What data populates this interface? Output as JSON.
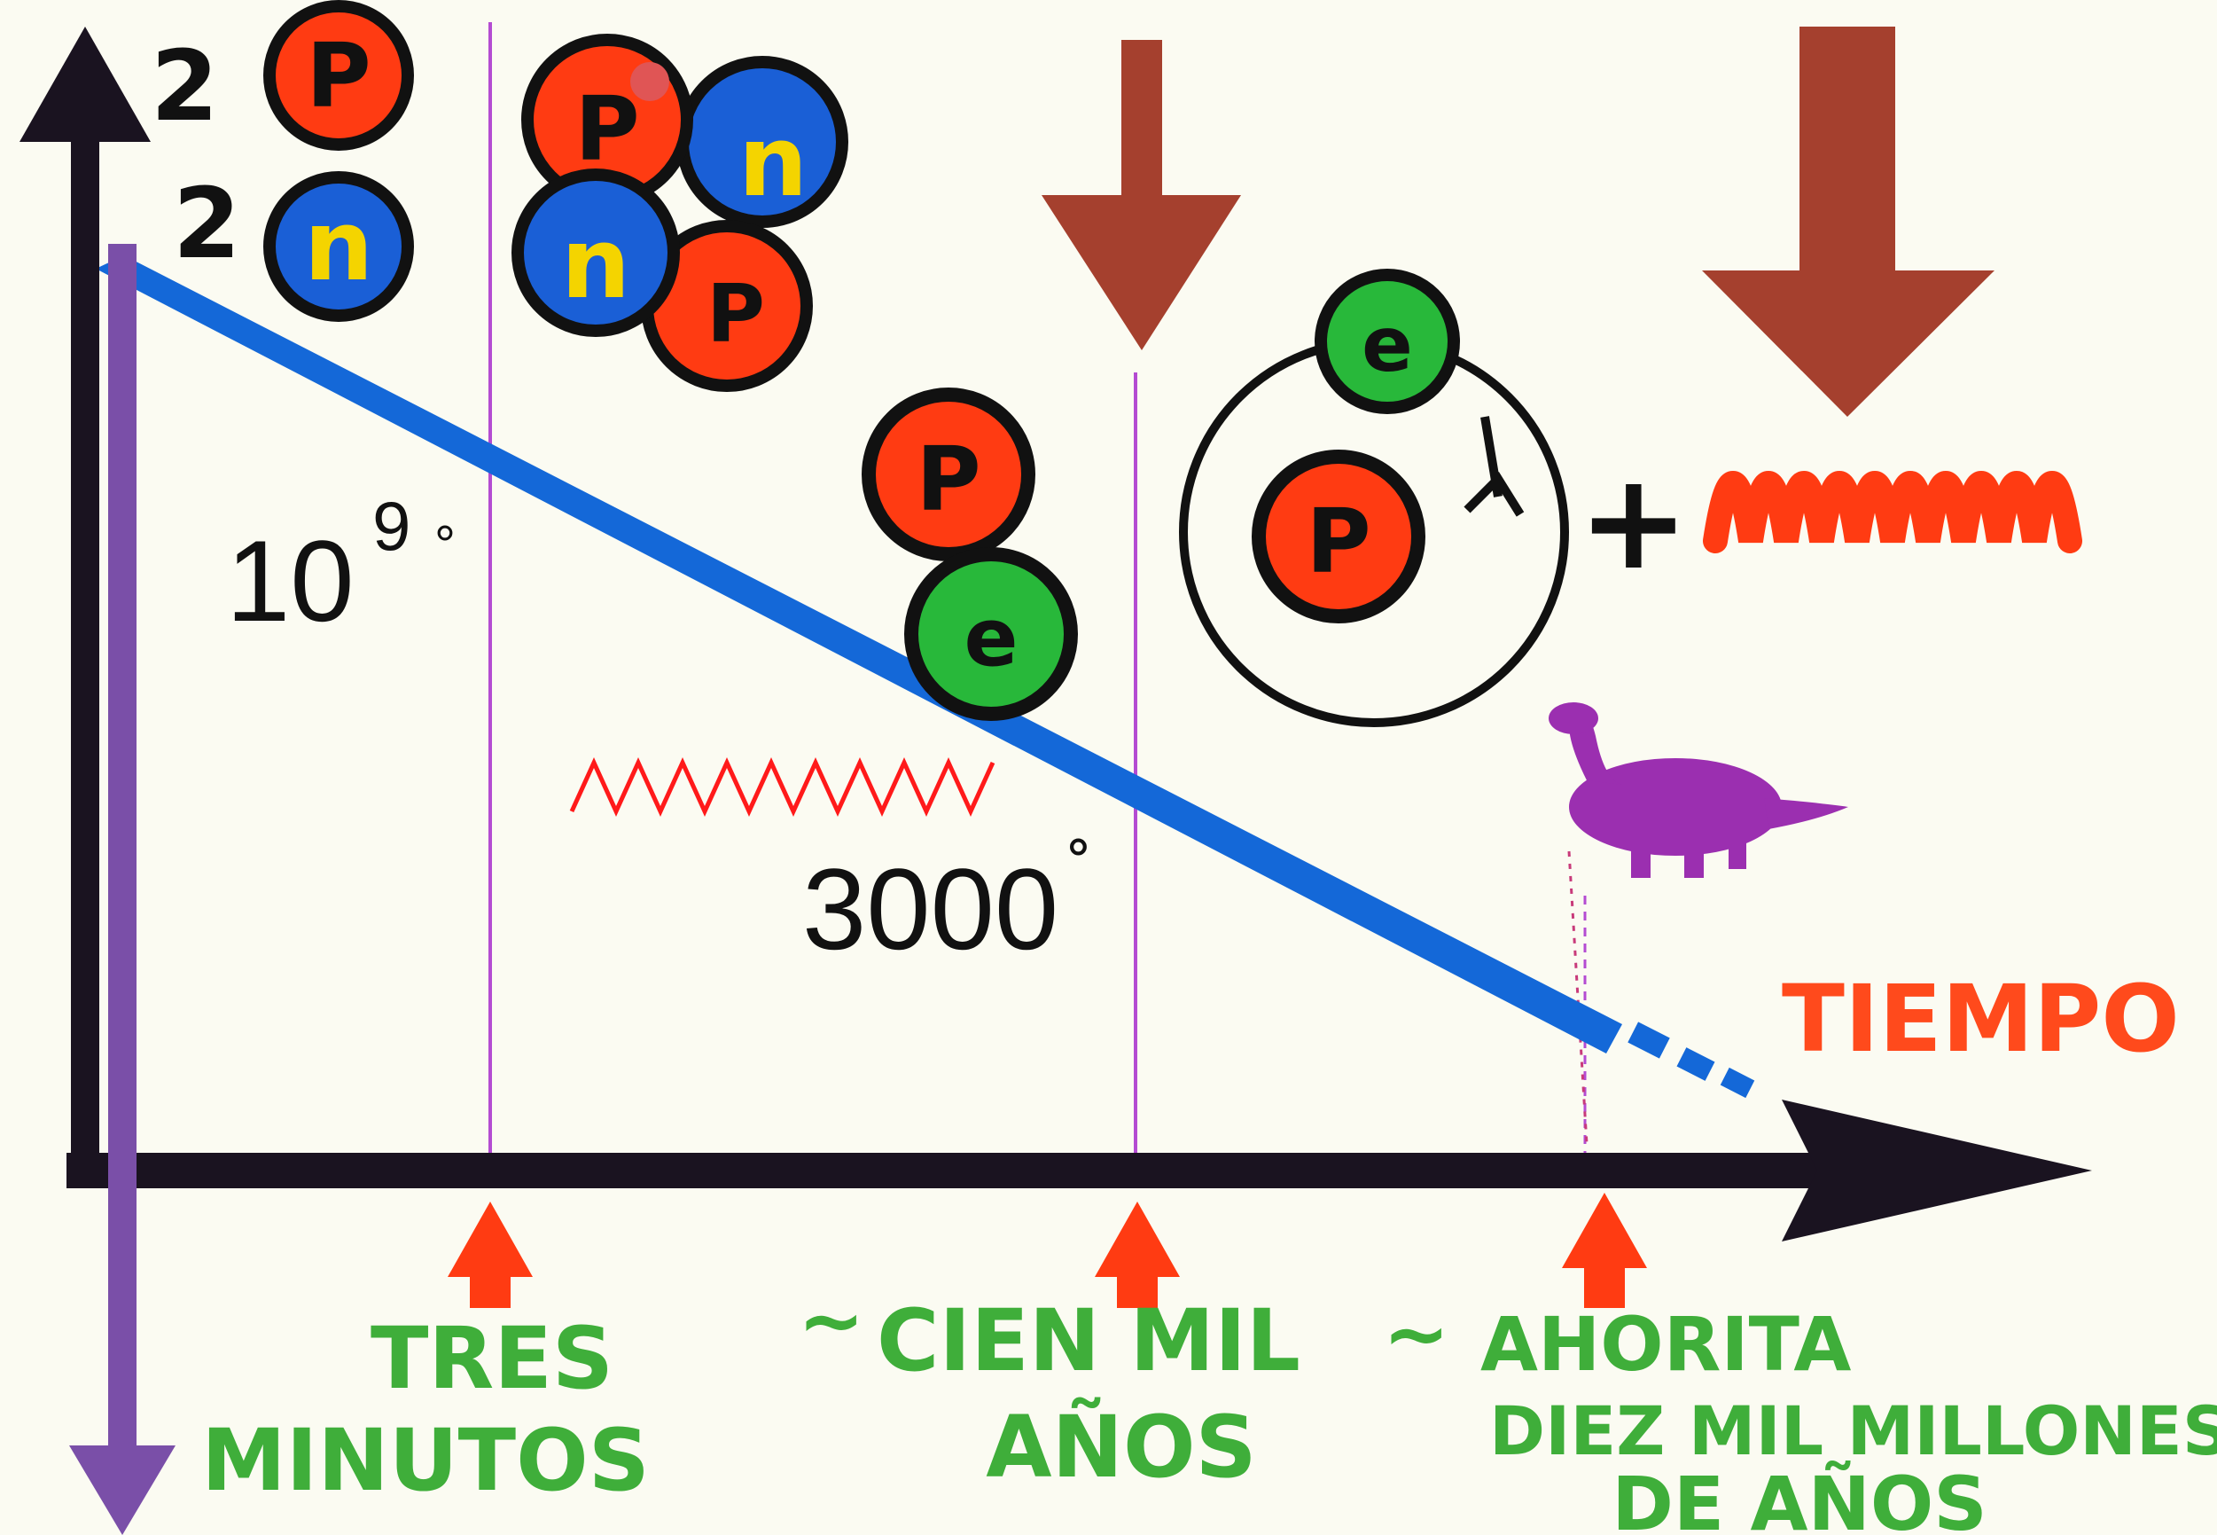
{
  "diagram": {
    "counts": {
      "protons": "2",
      "neutrons": "2"
    },
    "particle_labels": {
      "proton": "P",
      "neutron": "n",
      "electron": "e"
    },
    "temperatures": {
      "early_base": "10",
      "early_exp": "9",
      "early_unit": "°",
      "recombination": "3000",
      "recombination_unit": "˚"
    },
    "axis_label": "TIEMPO",
    "plus_sign": "+",
    "tilde": "~",
    "milestones": {
      "tres": {
        "line1": "TRES",
        "line2": "MINUTOS"
      },
      "cien": {
        "line1": "CIEN MIL",
        "line2": "AÑOS"
      },
      "ahora": {
        "line1": "AHORITA",
        "line2": "DIEZ MIL MILLONES",
        "line3": "DE AÑOS"
      }
    },
    "colors": {
      "proton": "#ff3b12",
      "neutron": "#1a5fd6",
      "electron": "#28b83a",
      "neutron_letter": "#f4d400",
      "temperature_line": "#1468d8",
      "axis": "#1a1320",
      "milestone_line": "#b44bd2",
      "arrow_brown": "#a5402e",
      "label_green": "#3fae3a",
      "label_red": "#ff4a1c",
      "purple_arrow": "#7a4fa8",
      "dinosaur": "#9b2fb0"
    }
  }
}
